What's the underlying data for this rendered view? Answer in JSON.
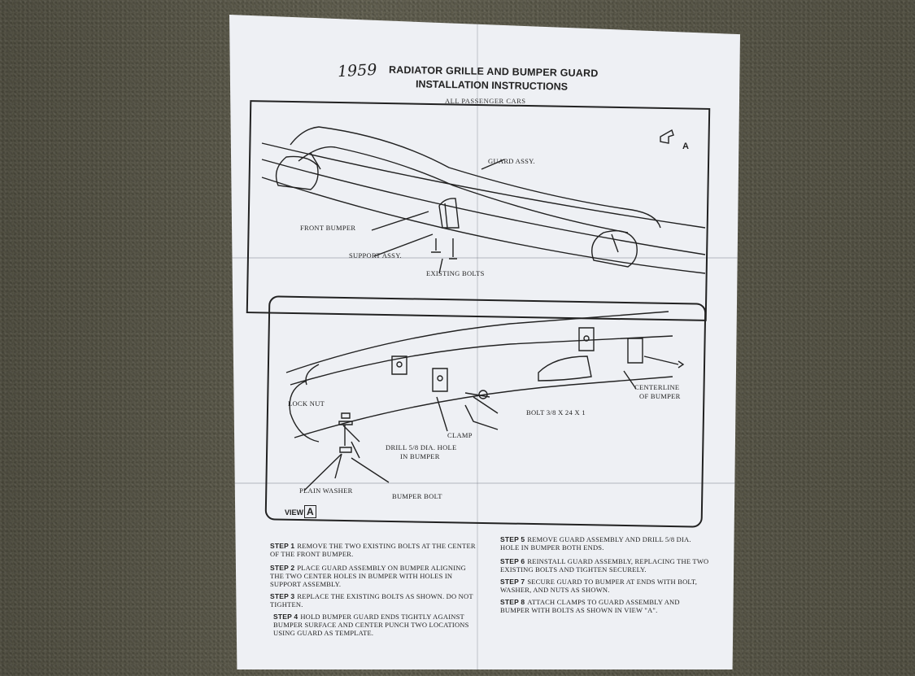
{
  "document": {
    "year": "1959",
    "title_line1": "RADIATOR GRILLE AND BUMPER GUARD",
    "title_line2": "INSTALLATION INSTRUCTIONS",
    "subtitle": "ALL PASSENGER CARS",
    "view_marker": "A",
    "top_labels": {
      "guard_assy": "GUARD ASSY.",
      "front_bumper": "FRONT BUMPER",
      "support_assy": "SUPPORT ASSY.",
      "existing_bolts": "EXISTING BOLTS"
    },
    "view_labels": {
      "lock_nut": "LOCK NUT",
      "drill_1": "DRILL 5/8 DIA. HOLE",
      "drill_2": "IN BUMPER",
      "plain_washer": "PLAIN WASHER",
      "bumper_bolt": "BUMPER BOLT",
      "clamp": "CLAMP",
      "bolt_size": "BOLT 3/8 X 24 X 1",
      "centerline_1": "CENTERLINE",
      "centerline_2": "OF BUMPER"
    },
    "view_word": "VIEW",
    "view_letter": "A",
    "steps": [
      {
        "label": "STEP 1",
        "text": "REMOVE THE TWO EXISTING BOLTS AT THE CENTER OF THE FRONT BUMPER."
      },
      {
        "label": "STEP 2",
        "text": "PLACE GUARD ASSEMBLY ON BUMPER ALIGNING THE TWO CENTER HOLES IN BUMPER WITH HOLES IN SUPPORT ASSEMBLY."
      },
      {
        "label": "STEP 3",
        "text": "REPLACE THE EXISTING BOLTS AS SHOWN. DO NOT TIGHTEN."
      },
      {
        "label": "STEP 4",
        "text": "HOLD BUMPER GUARD ENDS TIGHTLY AGAINST BUMPER SURFACE AND CENTER PUNCH TWO LOCATIONS USING GUARD AS TEMPLATE."
      },
      {
        "label": "STEP 5",
        "text": "REMOVE GUARD ASSEMBLY AND DRILL 5/8 DIA. HOLE IN BUMPER BOTH ENDS."
      },
      {
        "label": "STEP 6",
        "text": "REINSTALL GUARD ASSEMBLY, REPLACING THE TWO EXISTING BOLTS AND TIGHTEN SECURELY."
      },
      {
        "label": "STEP 7",
        "text": "SECURE GUARD TO BUMPER AT ENDS WITH BOLT, WASHER, AND NUTS AS SHOWN."
      },
      {
        "label": "STEP 8",
        "text": "ATTACH CLAMPS TO GUARD ASSEMBLY AND BUMPER WITH BOLTS AS SHOWN IN VIEW \"A\"."
      }
    ]
  }
}
